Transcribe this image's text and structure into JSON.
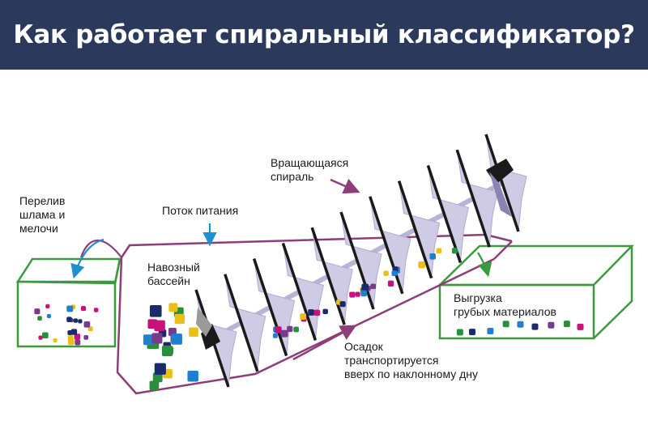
{
  "header": {
    "title": "Как работает спиральный классификатор?",
    "background_color": "#2b3a5c",
    "text_color": "#ffffff"
  },
  "labels": {
    "overflow_line1": "Перелив",
    "overflow_line2": "шлама и",
    "overflow_line3": "мелочи",
    "feed_flow": "Поток питания",
    "rotating_spiral_line1": "Вращающаяся",
    "rotating_spiral_line2": "спираль",
    "pool_line1": "Навозный",
    "pool_line2": "бассейн",
    "discharge_line1": "Выгрузка",
    "discharge_line2": "грубых материалов",
    "sediment_line1": "Осадок",
    "sediment_line2": "транспортируется",
    "sediment_line3": "вверх по наклонному дну"
  },
  "colors": {
    "tank_outline": "#8e3d78",
    "bin_outline": "#3c9a3c",
    "flow_arrow": "#1f8fd0",
    "blade_fill": "#cfcbe4",
    "blade_edge": "#1a1a1a",
    "particles": [
      "#c8117a",
      "#2a8f3a",
      "#e8c018",
      "#1f7fd0",
      "#7a3a8c",
      "#1a2a6a"
    ]
  }
}
